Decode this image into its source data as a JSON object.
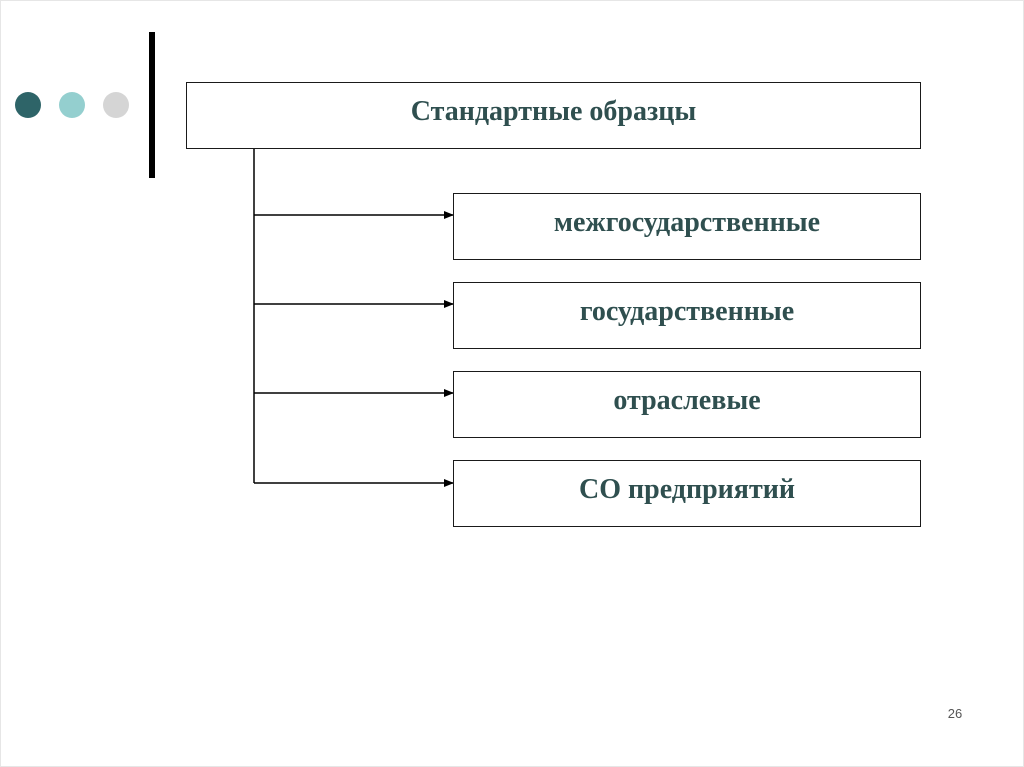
{
  "colors": {
    "dot_dark": "#2e6468",
    "dot_teal": "#94cfcf",
    "dot_light": "#d5d5d5",
    "text": "#2f4f4f",
    "lines": "#000000"
  },
  "diagram": {
    "root": "Стандартные образцы",
    "children": [
      "межгосударственные",
      "государственные",
      "отраслевые",
      "СО предприятий"
    ]
  },
  "page_number": "26"
}
